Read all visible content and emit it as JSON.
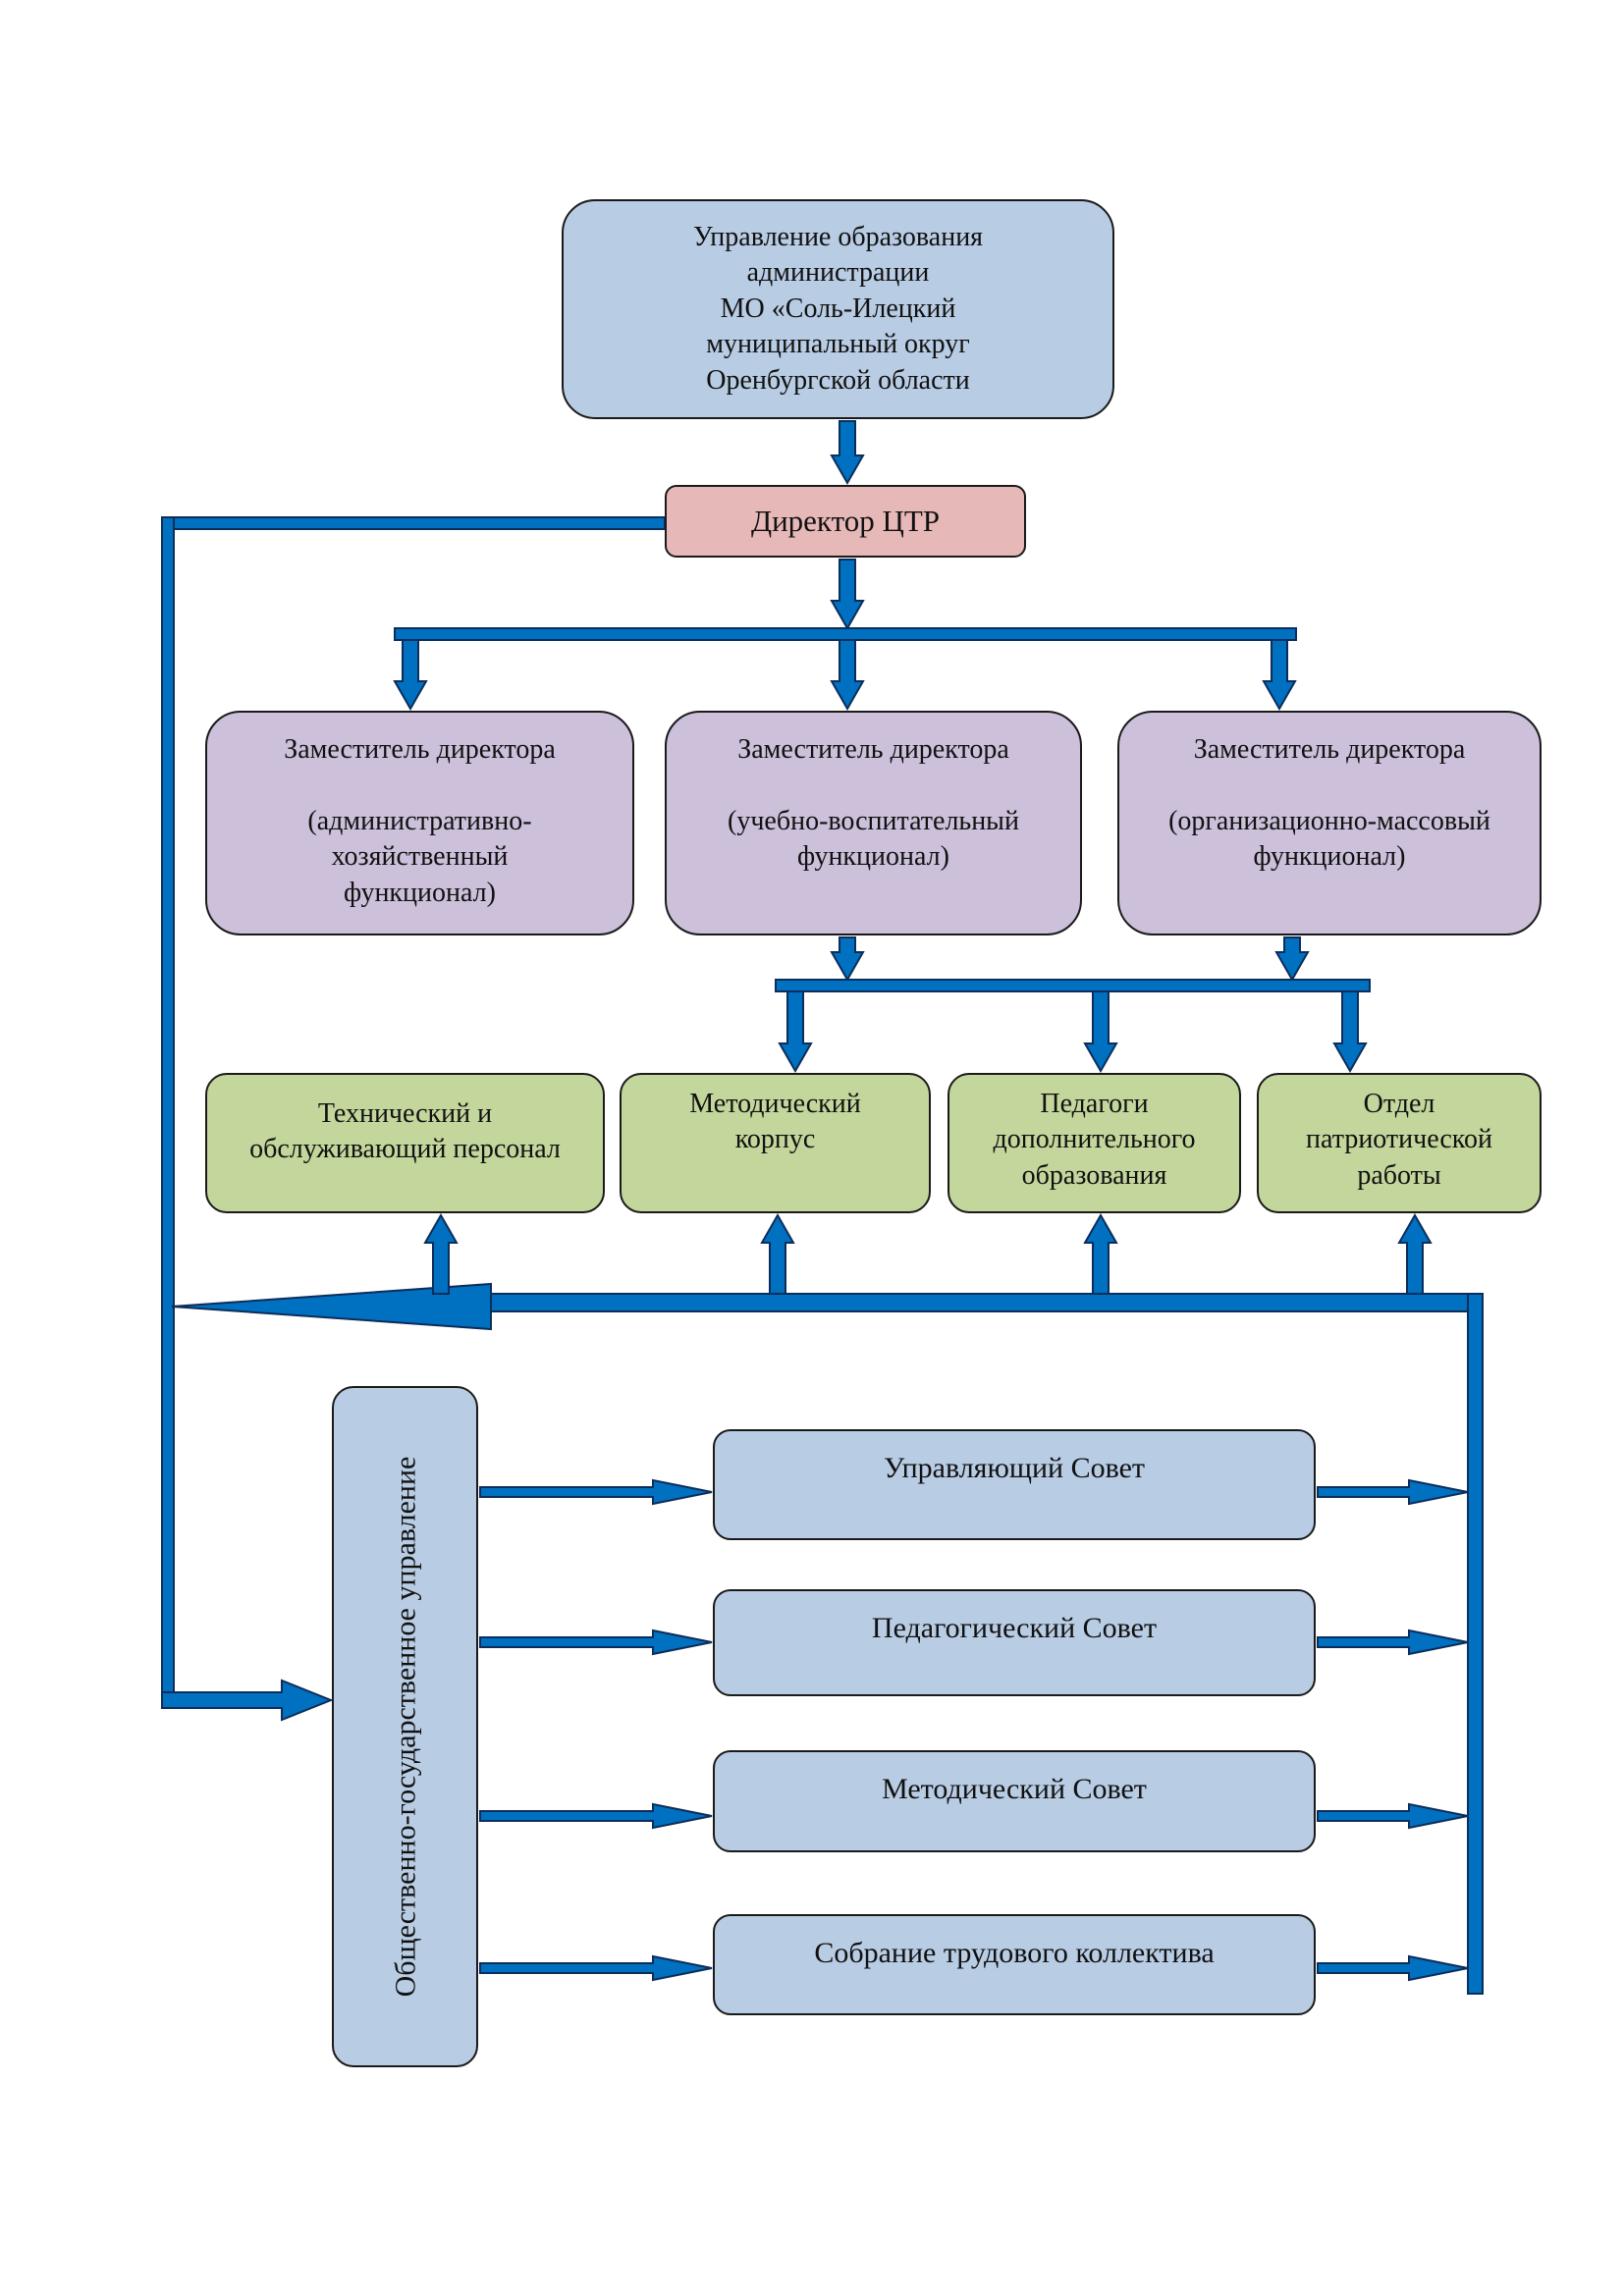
{
  "colors": {
    "arrow_fill": "#0070c0",
    "arrow_stroke": "#0d2d5a",
    "top_box": "#b8cce4",
    "director_box": "#e6b8b7",
    "deputy_box": "#ccc0da",
    "unit_box": "#c3d69b",
    "council_box": "#b8cce4"
  },
  "top": {
    "label": "Управление образования\nадминистрации\nМО «Соль-Илецкий\nмуниципальный округ\nОренбургской области"
  },
  "director": {
    "label": "Директор ЦТР"
  },
  "deputies": [
    {
      "label": "Заместитель директора\n\n(административно-\nхозяйственный\nфункционал)"
    },
    {
      "label": "Заместитель директора\n\n(учебно-воспитательный\nфункционал)"
    },
    {
      "label": "Заместитель директора\n\n(организационно-массовый\nфункционал)"
    }
  ],
  "units": [
    {
      "label": "Технический и\nобслуживающий персонал"
    },
    {
      "label": "Методический\nкорпус"
    },
    {
      "label": "Педагоги\nдополнительного\nобразования"
    },
    {
      "label": "Отдел\nпатриотической\nработы"
    }
  ],
  "governance": {
    "label": "Общественно-государственное управление"
  },
  "councils": [
    {
      "label": "Управляющий Совет"
    },
    {
      "label": "Педагогический Совет"
    },
    {
      "label": "Методический Совет"
    },
    {
      "label": "Собрание трудового коллектива"
    }
  ]
}
